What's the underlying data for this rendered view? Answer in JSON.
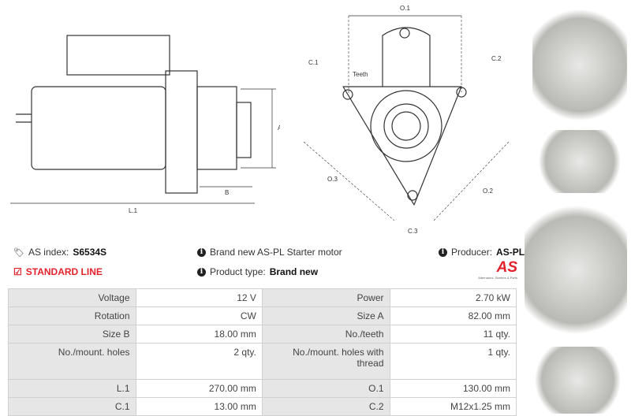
{
  "drawing": {
    "labels": {
      "a": "A",
      "b": "B",
      "l1": "L.1",
      "o1": "O.1",
      "o2": "O.2",
      "o3": "O.3",
      "c1": "C.1",
      "c2": "C.2",
      "c3": "C.3",
      "teeth": "Teeth"
    }
  },
  "info": {
    "as_index_label": "AS index:",
    "as_index_value": "S6534S",
    "line": "STANDARD LINE",
    "description": "Brand new AS-PL Starter motor",
    "product_type_label": "Product type:",
    "product_type_value": "Brand new",
    "producer_label": "Producer:",
    "producer_value": "AS-PL",
    "logo_text": "AS",
    "logo_tagline": "Alternators, Starters & Parts"
  },
  "colors": {
    "accent": "#e3222b"
  },
  "specs": [
    [
      "Voltage",
      "12 V",
      "Power",
      "2.70 kW"
    ],
    [
      "Rotation",
      "CW",
      "Size A",
      "82.00 mm"
    ],
    [
      "Size B",
      "18.00 mm",
      "No./teeth",
      "11 qty."
    ],
    [
      "No./mount. holes",
      "2 qty.",
      "No./mount. holes with thread",
      "1 qty."
    ],
    [
      "L.1",
      "270.00 mm",
      "O.1",
      "130.00 mm"
    ],
    [
      "C.1",
      "13.00 mm",
      "C.2",
      "M12x1.25 mm"
    ]
  ]
}
